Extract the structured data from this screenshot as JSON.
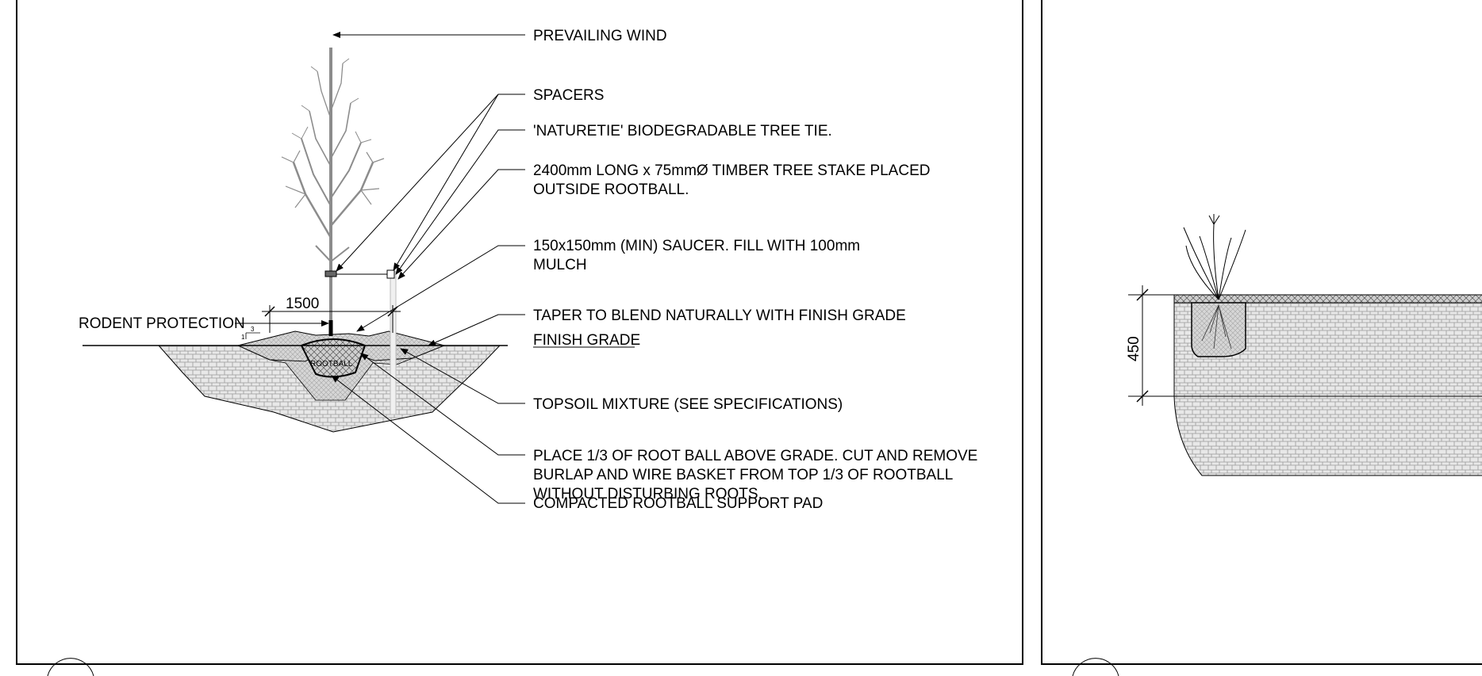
{
  "labels": {
    "prevailing_wind": "PREVAILING WIND",
    "spacers": "SPACERS",
    "tree_tie": "'NATURETIE' BIODEGRADABLE TREE TIE.",
    "stake_line1": "2400mm LONG x 75mmØ TIMBER TREE STAKE PLACED",
    "stake_line2": "OUTSIDE ROOTBALL.",
    "saucer_line1": "150x150mm (MIN) SAUCER. FILL WITH 100mm",
    "saucer_line2": "MULCH",
    "taper": "TAPER TO BLEND NATURALLY WITH FINISH GRADE",
    "finish_grade": "FINISH GRADE",
    "topsoil": "TOPSOIL MIXTURE (SEE SPECIFICATIONS)",
    "place_line1": "PLACE 1/3 OF ROOT BALL ABOVE GRADE. CUT AND REMOVE",
    "place_line2": "BURLAP AND WIRE BASKET FROM TOP 1/3 OF ROOTBALL",
    "place_line3": "WITHOUT DISTURBING ROOTS.",
    "compacted": "COMPACTED ROOTBALL SUPPORT PAD",
    "rodent": "RODENT PROTECTION",
    "rootball": "ROOTBALL"
  },
  "dimensions": {
    "saucer_width": "1500",
    "slope_rise": "1",
    "slope_run": "3",
    "shrub_depth": "450"
  },
  "colors": {
    "line": "#000000",
    "soil_fill": "#d9d9d9",
    "tree": "#8c8c8c",
    "background": "#ffffff"
  }
}
